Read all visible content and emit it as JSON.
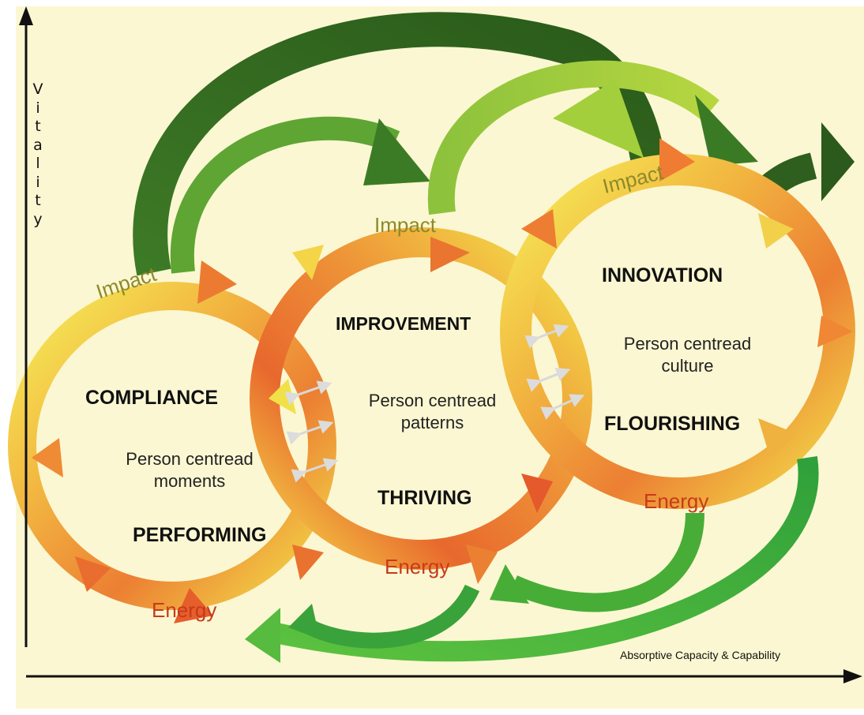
{
  "diagram": {
    "y_axis_label": "Vitality",
    "x_axis_label": "Absorptive Capacity & Capability",
    "cycles": [
      {
        "title_top": "COMPLIANCE",
        "description": [
          "Person centread",
          "moments"
        ],
        "title_bottom": "PERFORMING",
        "impact_label": "Impact",
        "energy_label": "Energy"
      },
      {
        "title_top": "IMPROVEMENT",
        "description": [
          "Person centread",
          "patterns"
        ],
        "title_bottom": "THRIVING",
        "impact_label": "Impact",
        "energy_label": "Energy"
      },
      {
        "title_top": "INNOVATION",
        "description": [
          "Person centread",
          "culture"
        ],
        "title_bottom": "FLOURISHING",
        "impact_label": "Impact",
        "energy_label": "Energy"
      }
    ],
    "colors": {
      "background": "#fbf7d2",
      "ring_yellow": "#f3e64a",
      "ring_orange": "#ee8a34",
      "ring_red": "#e45a2c",
      "dark_green": "#2f6a1f",
      "mid_green": "#6fb13a",
      "light_green": "#a8cf3e",
      "bright_green": "#3fae3a"
    }
  }
}
